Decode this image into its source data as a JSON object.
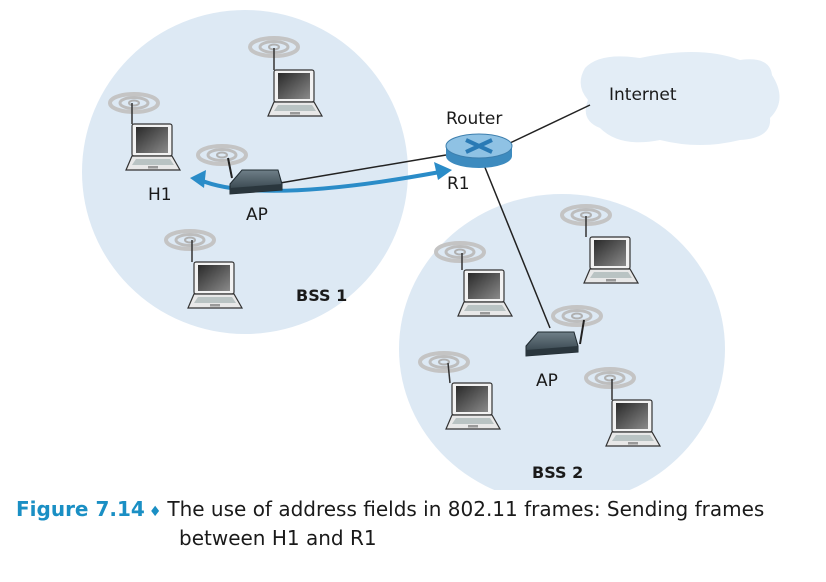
{
  "diagram": {
    "nodes": {
      "router_label": "Router",
      "router_id": "R1",
      "internet_label": "Internet",
      "host_label": "H1",
      "ap1_label": "AP",
      "ap2_label": "AP",
      "bss1_label": "BSS 1",
      "bss2_label": "BSS 2"
    },
    "colors": {
      "bss_fill": "#dde9f4",
      "internet_fill": "#e3edf6",
      "arrow": "#2a8cc8",
      "router": "#7ab4dc",
      "caption_accent": "#1a8fc4"
    }
  },
  "caption": {
    "figure_number": "Figure 7.14",
    "separator": "♦",
    "text_line1": "The use of address fields in 802.11 frames: Sending frames",
    "text_line2": "between H1 and R1"
  }
}
